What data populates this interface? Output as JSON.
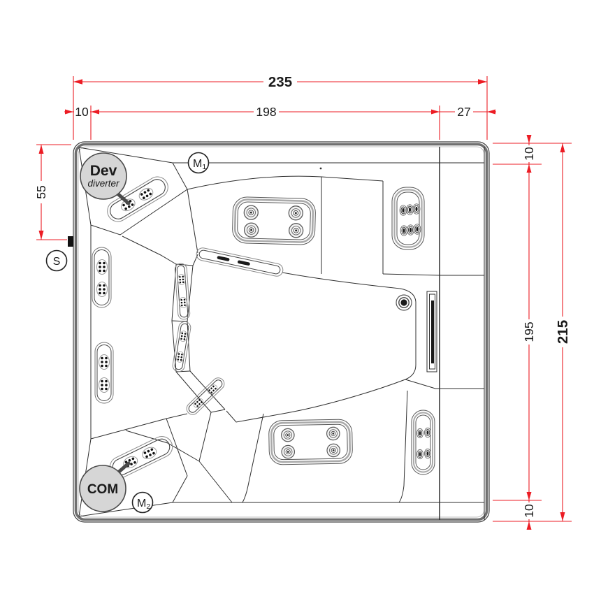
{
  "diagram": {
    "title": "spa-top-view-dimension-drawing",
    "dimensions": {
      "top_overall": "235",
      "top_left": "10",
      "top_center": "198",
      "top_right": "27",
      "left_spout": "55",
      "right_top": "10",
      "right_middle": "195",
      "right_bottom": "10",
      "right_overall": "215"
    },
    "callouts": {
      "dev_main": "Dev",
      "dev_sub": "diverter",
      "com": "COM",
      "m1_base": "M",
      "m1_sub": "1",
      "m2_base": "M",
      "m2_sub": "2",
      "s": "S"
    },
    "features": {
      "backrest_pads_round_jets": 2,
      "round_jets_per_pad": 4,
      "side_pad_top_right_jets": 6,
      "side_pad_bottom_right_jets": 4,
      "left_wall_pads": 2,
      "corner_jet_strips": 2,
      "facet_jet_strips": 3,
      "floor_drain": 1,
      "waterfall_slot": 1
    },
    "colors": {
      "dimension_line": "#ec1c24",
      "outline": "#2e2e2e",
      "callout_fill": "#d6d6d6",
      "jet_dark": "#1a1a1a"
    }
  }
}
